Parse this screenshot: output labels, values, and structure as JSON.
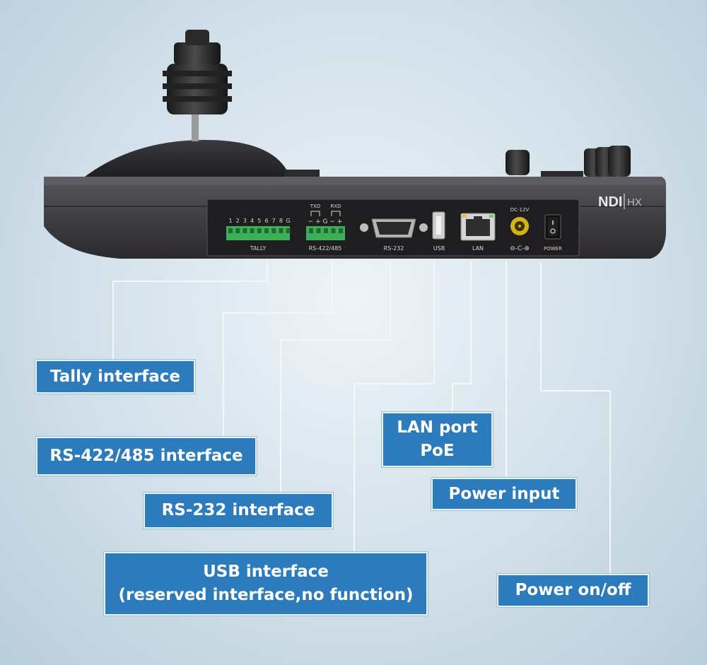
{
  "device": {
    "brand_logo": "NDI|HX",
    "tally_pin_numbers": [
      "1",
      "2",
      "3",
      "4",
      "5",
      "6",
      "7",
      "8",
      "G"
    ],
    "ports": {
      "tally": "TALLY",
      "rs422_485": "RS-422/485",
      "rs422_txd": "TXD",
      "rs422_rxd": "RXD",
      "rs422_pins": "− + G − +",
      "rs232": "RS-232",
      "usb": "USB",
      "lan": "LAN",
      "dc_input": "DC-12V",
      "dc_polarity": "⊖-C-⊕",
      "power": "POWER"
    }
  },
  "callouts": {
    "tally": "Tally interface",
    "rs422": "RS-422/485 interface",
    "rs232": "RS-232 interface",
    "usb_line1": "USB interface",
    "usb_line2": "(reserved interface,no function)",
    "lan_line1": "LAN port",
    "lan_line2": "PoE",
    "power_input": "Power input",
    "power_switch": "Power on/off"
  },
  "colors": {
    "callout_fill": "#2b7bbd",
    "device_body": "#3e3e42",
    "terminal_green": "#3fae59",
    "dc_jack_yellow": "#d4b21a"
  }
}
